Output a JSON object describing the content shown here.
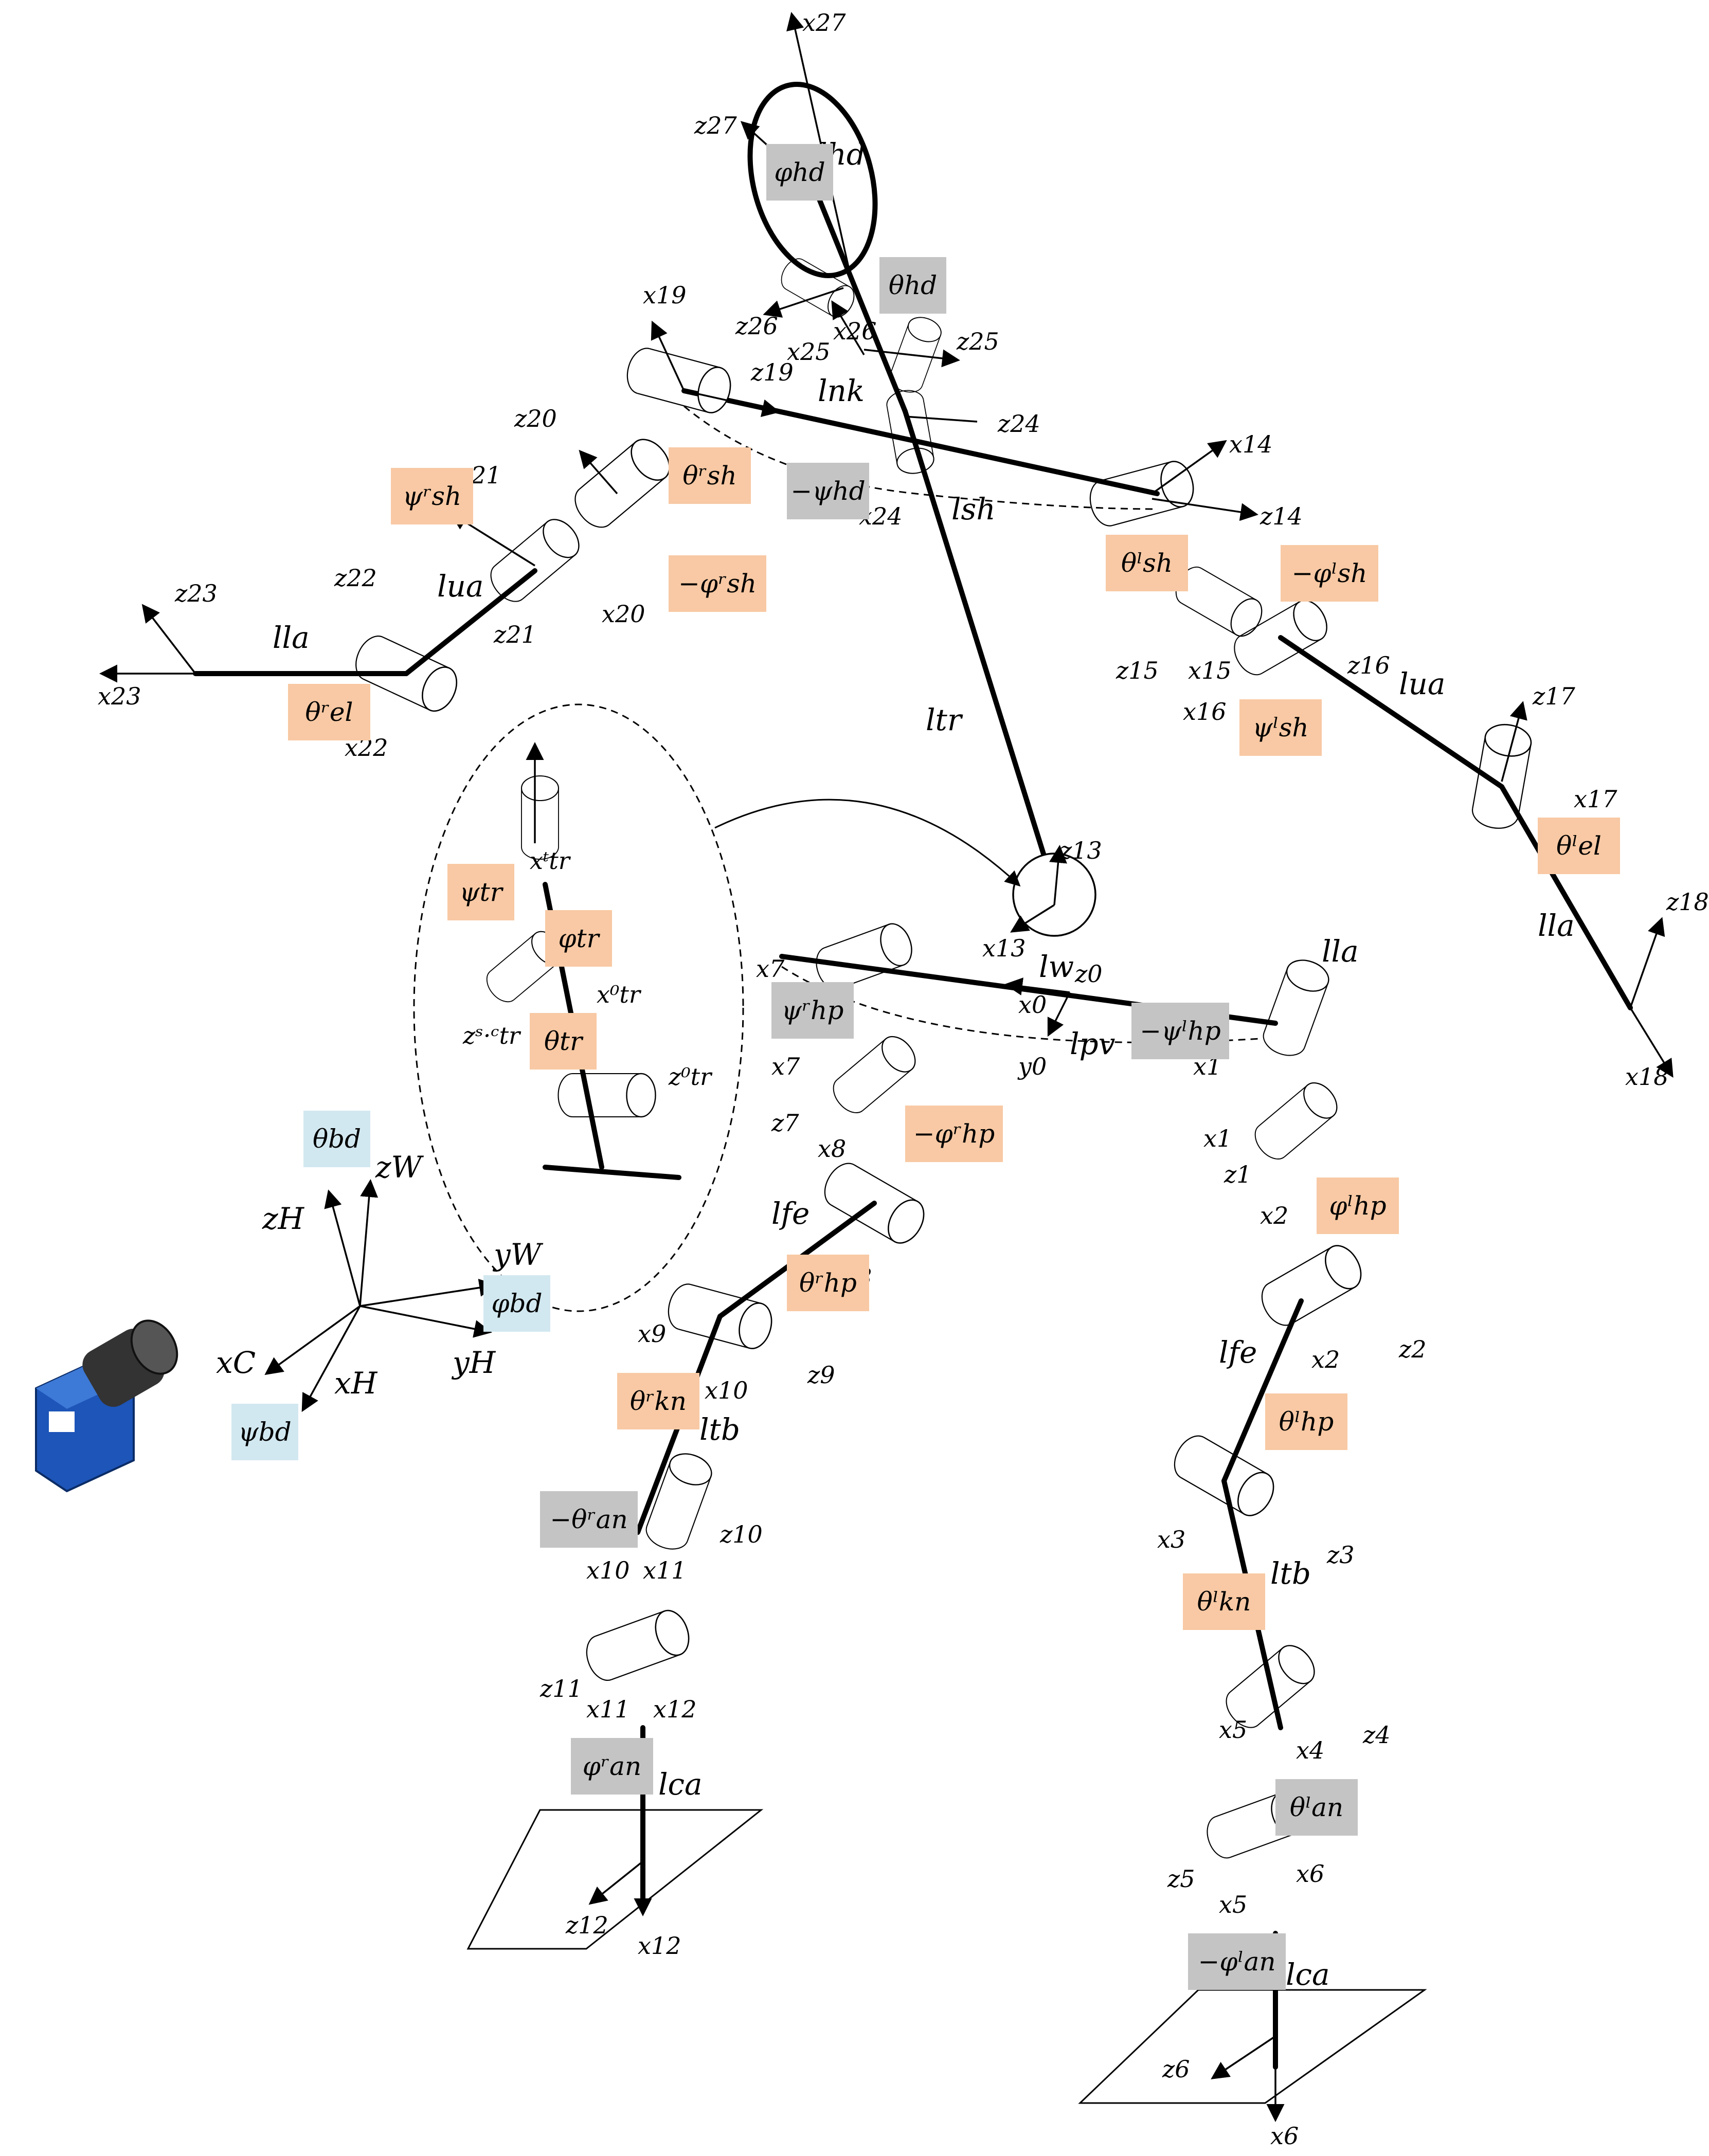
{
  "colors": {
    "orange": "#f8c9a4",
    "gray": "#c4c4c4",
    "blue": "#d2e8f0",
    "camera_body": "#1d55b8"
  },
  "icons": {
    "camera": "camera-icon"
  },
  "angles": {
    "phi_hd": {
      "text": "φhd",
      "color": "gray"
    },
    "theta_hd": {
      "text": "θhd",
      "color": "gray"
    },
    "neg_psi_hd": {
      "text": "−ψhd",
      "color": "gray"
    },
    "psi_sh_r": {
      "text": "ψʳsh",
      "color": "orange"
    },
    "theta_sh_r": {
      "text": "θʳsh",
      "color": "orange"
    },
    "neg_phi_sh_r": {
      "text": "−φʳsh",
      "color": "orange"
    },
    "theta_el_r": {
      "text": "θʳel",
      "color": "orange"
    },
    "theta_sh_l": {
      "text": "θˡsh",
      "color": "orange"
    },
    "neg_phi_sh_l": {
      "text": "−φˡsh",
      "color": "orange"
    },
    "psi_sh_l": {
      "text": "ψˡsh",
      "color": "orange"
    },
    "theta_el_l": {
      "text": "θˡel",
      "color": "orange"
    },
    "psi_tr": {
      "text": "ψtr",
      "color": "orange"
    },
    "phi_tr": {
      "text": "φtr",
      "color": "orange"
    },
    "theta_tr": {
      "text": "θtr",
      "color": "orange"
    },
    "psi_hp_r": {
      "text": "ψʳhp",
      "color": "gray"
    },
    "neg_psi_hp_l": {
      "text": "−ψˡhp",
      "color": "gray"
    },
    "neg_phi_hp_r": {
      "text": "−φʳhp",
      "color": "orange"
    },
    "theta_hp_r": {
      "text": "θʳhp",
      "color": "orange"
    },
    "theta_kn_r": {
      "text": "θʳkn",
      "color": "orange"
    },
    "neg_theta_an_r": {
      "text": "−θʳan",
      "color": "gray"
    },
    "phi_an_r": {
      "text": "φʳan",
      "color": "gray"
    },
    "phi_hp_l": {
      "text": "φˡhp",
      "color": "orange"
    },
    "theta_hp_l": {
      "text": "θˡhp",
      "color": "orange"
    },
    "theta_kn_l": {
      "text": "θˡkn",
      "color": "orange"
    },
    "theta_an_l": {
      "text": "θˡan",
      "color": "gray"
    },
    "neg_phi_an_l": {
      "text": "−φˡan",
      "color": "gray"
    },
    "theta_bd": {
      "text": "θbd",
      "color": "blue"
    },
    "phi_bd": {
      "text": "φbd",
      "color": "blue"
    },
    "psi_bd": {
      "text": "ψbd",
      "color": "blue"
    }
  },
  "segments": {
    "l_hd": "lhd",
    "l_nk": "lnk",
    "l_sh": "lsh",
    "l_tr": "ltr",
    "l_w": "lw",
    "l_pv": "lpv",
    "l_ua_r": "lua",
    "l_la_r": "lla",
    "l_ua_l": "lua",
    "l_la_l": "lla",
    "l_la_hip": "lla",
    "l_fe_r": "lfe",
    "l_tb_r": "ltb",
    "l_ca_r": "lca",
    "l_fe_l": "lfe",
    "l_tb_l": "ltb",
    "l_ca_l": "lca"
  },
  "frames": {
    "x27": "x27",
    "z27": "z27",
    "z26": "z26",
    "x26": "x26",
    "x25": "x25",
    "z25": "z25",
    "z24": "z24",
    "x24": "x24",
    "x19": "x19",
    "z19": "z19",
    "z20": "z20",
    "x20": "x20",
    "x21": "x21",
    "z21": "z21",
    "z22": "z22",
    "x22": "x22",
    "z23": "z23",
    "x23": "x23",
    "x14": "x14",
    "z14": "z14",
    "z15": "z15",
    "x15": "x15",
    "x16": "x16",
    "z16": "z16",
    "z17": "z17",
    "x17": "x17",
    "z18": "z18",
    "x18": "x18",
    "z13": "z13",
    "x13": "x13",
    "z0": "z0",
    "x0": "x0",
    "y0": "y0",
    "x1a": "x1",
    "x1b": "x1",
    "z1": "z1",
    "x2a": "x2",
    "x2b": "x2",
    "z2": "z2",
    "x3": "x3",
    "z3": "z3",
    "x4": "x4",
    "z4": "z4",
    "x5a": "x5",
    "x5b": "x5",
    "z5": "z5",
    "x6a": "x6",
    "x6b": "x6",
    "z6": "z6",
    "x7a": "x7",
    "x7b": "x7",
    "z7": "z7",
    "x8a": "x8",
    "x8b": "x8",
    "x9": "x9",
    "z9": "z9",
    "x10a": "x10",
    "x10b": "x10",
    "z10": "z10",
    "x11a": "x11",
    "x11b": "x11",
    "z11": "z11",
    "x12a": "x12",
    "x12b": "x12",
    "z12": "z12",
    "x_tr_t": "xᵗtr",
    "x_tr_0": "x⁰tr",
    "z_tr_0": "z⁰tr",
    "z_tr_sc": "zˢ·ᶜtr",
    "zW": "zW",
    "yW": "yW",
    "zH": "zH",
    "yH": "yH",
    "xH": "xH",
    "xC": "xC"
  }
}
